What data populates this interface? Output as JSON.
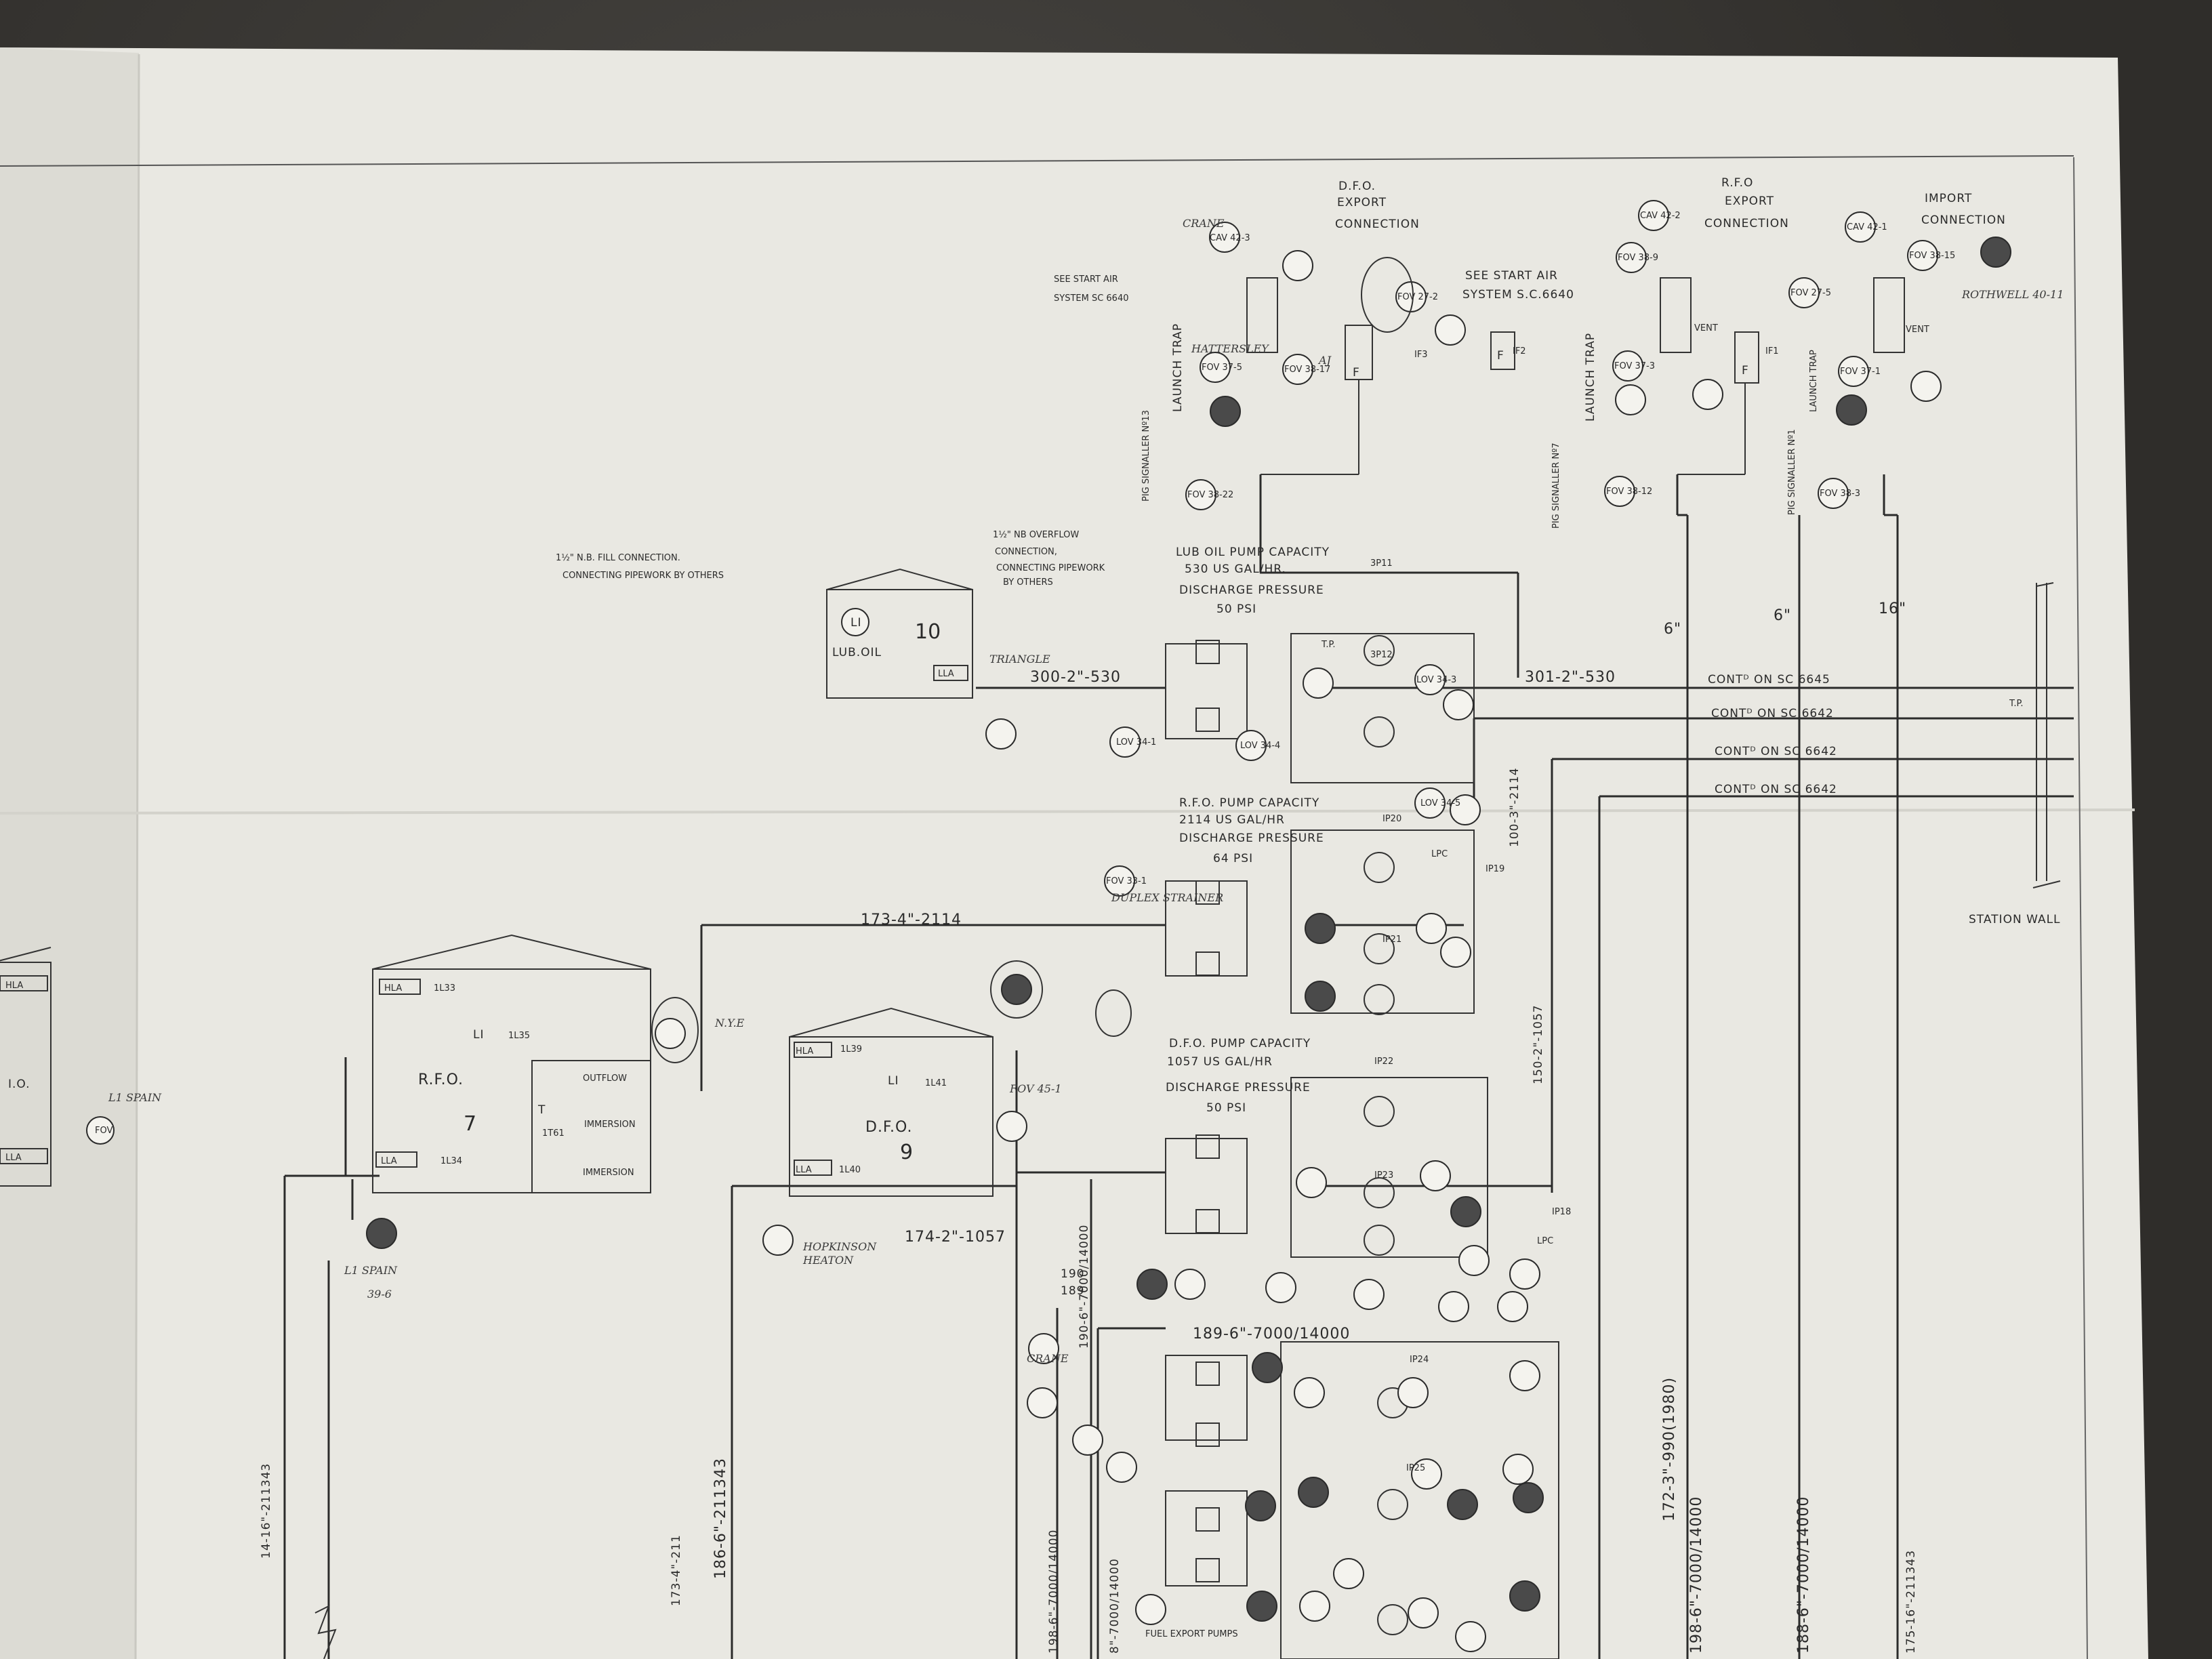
{
  "drawing": {
    "labels": [
      {
        "text": "D.F.O.",
        "cls": "t"
      },
      {
        "text": "EXPORT",
        "cls": "t"
      },
      {
        "text": "CONNECTION",
        "cls": "t"
      },
      {
        "text": "R.F.O",
        "cls": "t"
      },
      {
        "text": "EXPORT",
        "cls": "t"
      },
      {
        "text": "CONNECTION",
        "cls": "t"
      },
      {
        "text": "IMPORT",
        "cls": "t"
      },
      {
        "text": "CONNECTION",
        "cls": "t"
      },
      {
        "text": "SEE START AIR",
        "cls": "ts"
      },
      {
        "text": "SYSTEM SC 6640",
        "cls": "ts"
      },
      {
        "text": "SEE START AIR",
        "cls": "t"
      },
      {
        "text": "SYSTEM S.C.6640",
        "cls": "t"
      },
      {
        "text": "LAUNCH TRAP",
        "cls": "t",
        "rot": -90
      },
      {
        "text": "PIG SIGNALLER Nº13",
        "cls": "ts",
        "rot": -90
      },
      {
        "text": "LAUNCH TRAP",
        "cls": "t",
        "rot": -90
      },
      {
        "text": "PIG SIGNALLER Nº7",
        "cls": "ts",
        "rot": -90
      },
      {
        "text": "LAUNCH TRAP",
        "cls": "ts",
        "rot": -90
      },
      {
        "text": "PIG SIGNALLER Nº1",
        "cls": "ts",
        "rot": -90
      },
      {
        "text": "IF3",
        "cls": "ts"
      },
      {
        "text": "IF2",
        "cls": "ts"
      },
      {
        "text": "IF1",
        "cls": "ts"
      },
      {
        "text": "F",
        "cls": "t"
      },
      {
        "text": "F",
        "cls": "t"
      },
      {
        "text": "F",
        "cls": "t"
      },
      {
        "text": "CAV 42-3",
        "cls": "ts"
      },
      {
        "text": "FOV 38-17",
        "cls": "ts"
      },
      {
        "text": "FOV 37-5",
        "cls": "ts"
      },
      {
        "text": "FOV 38-22",
        "cls": "ts"
      },
      {
        "text": "FOV 27-2",
        "cls": "ts"
      },
      {
        "text": "CAV 42-2",
        "cls": "ts"
      },
      {
        "text": "FOV 38-9",
        "cls": "ts"
      },
      {
        "text": "FOV 37-3",
        "cls": "ts"
      },
      {
        "text": "FOV 38-12",
        "cls": "ts"
      },
      {
        "text": "FOV 27-5",
        "cls": "ts"
      },
      {
        "text": "CAV 42-1",
        "cls": "ts"
      },
      {
        "text": "FOV 38-15",
        "cls": "ts"
      },
      {
        "text": "FOV 37-1",
        "cls": "ts"
      },
      {
        "text": "FOV 38-3",
        "cls": "ts"
      },
      {
        "text": "VENT",
        "cls": "ts"
      },
      {
        "text": "VENT",
        "cls": "ts"
      },
      {
        "text": "AJ",
        "cls": "hand"
      },
      {
        "text": "CRANE",
        "cls": "hand"
      },
      {
        "text": "HATTERSLEY",
        "cls": "hand"
      },
      {
        "text": "ROTHWELL 40-11",
        "cls": "hand"
      },
      {
        "text": "6\"",
        "cls": "tb"
      },
      {
        "text": "6\"",
        "cls": "tb"
      },
      {
        "text": "16\"",
        "cls": "tb"
      },
      {
        "text": "1½\" N.B. FILL CONNECTION.",
        "cls": "ts"
      },
      {
        "text": "CONNECTING PIPEWORK BY OTHERS",
        "cls": "ts"
      },
      {
        "text": "1½\" NB OVERFLOW",
        "cls": "ts"
      },
      {
        "text": "CONNECTION,",
        "cls": "ts"
      },
      {
        "text": "CONNECTING PIPEWORK",
        "cls": "ts"
      },
      {
        "text": "BY OTHERS",
        "cls": "ts"
      },
      {
        "text": "LUB.OIL",
        "cls": "t"
      },
      {
        "text": "10",
        "cls": "tl"
      },
      {
        "text": "LI",
        "cls": "t"
      },
      {
        "text": "LLA",
        "cls": "ts"
      },
      {
        "text": "300-2\"-530",
        "cls": "tb"
      },
      {
        "text": "301-2\"-530",
        "cls": "tb"
      },
      {
        "text": "TRIANGLE",
        "cls": "hand"
      },
      {
        "text": "LOV 34-1",
        "cls": "ts"
      },
      {
        "text": "LUB OIL PUMP CAPACITY",
        "cls": "t"
      },
      {
        "text": "530 US GAL/HR.",
        "cls": "t"
      },
      {
        "text": "DISCHARGE PRESSURE",
        "cls": "t"
      },
      {
        "text": "50 PSI",
        "cls": "t"
      },
      {
        "text": "3P11",
        "cls": "ts"
      },
      {
        "text": "3P12",
        "cls": "ts"
      },
      {
        "text": "T.P.",
        "cls": "ts"
      },
      {
        "text": "LOV 34-3",
        "cls": "ts"
      },
      {
        "text": "LOV 34-4",
        "cls": "ts"
      },
      {
        "text": "LOV 34-5",
        "cls": "ts"
      },
      {
        "text": "CONTᴰ ON SC 6645",
        "cls": "t"
      },
      {
        "text": "CONTᴰ ON SC 6642",
        "cls": "t"
      },
      {
        "text": "CONTᴰ ON SC 6642",
        "cls": "t"
      },
      {
        "text": "CONTᴰ ON SC 6642",
        "cls": "t"
      },
      {
        "text": "T.P.",
        "cls": "ts"
      },
      {
        "text": "STATION WALL",
        "cls": "t"
      },
      {
        "text": "R.F.O. PUMP CAPACITY",
        "cls": "t"
      },
      {
        "text": "2114 US GAL/HR",
        "cls": "t"
      },
      {
        "text": "DISCHARGE PRESSURE",
        "cls": "t"
      },
      {
        "text": "64 PSI",
        "cls": "t"
      },
      {
        "text": "173-4\"-2114",
        "cls": "tb"
      },
      {
        "text": "100-3\"-2114",
        "cls": "t",
        "rot": -90
      },
      {
        "text": "150-2\"-1057",
        "cls": "t",
        "rot": -90
      },
      {
        "text": "LPC",
        "cls": "ts"
      },
      {
        "text": "IP19",
        "cls": "ts"
      },
      {
        "text": "IP20",
        "cls": "ts"
      },
      {
        "text": "IP21",
        "cls": "ts"
      },
      {
        "text": "FOV 33-1",
        "cls": "ts"
      },
      {
        "text": "DUPLEX STRAINER",
        "cls": "hand"
      },
      {
        "text": "D.F.O. PUMP CAPACITY",
        "cls": "t"
      },
      {
        "text": "1057 US GAL/HR",
        "cls": "t"
      },
      {
        "text": "DISCHARGE PRESSURE",
        "cls": "t"
      },
      {
        "text": "50 PSI",
        "cls": "t"
      },
      {
        "text": "IP22",
        "cls": "ts"
      },
      {
        "text": "IP23",
        "cls": "ts"
      },
      {
        "text": "IP18",
        "cls": "ts"
      },
      {
        "text": "LPC",
        "cls": "ts"
      },
      {
        "text": "R.F.O.",
        "cls": "tb"
      },
      {
        "text": "7",
        "cls": "tl"
      },
      {
        "text": "HLA",
        "cls": "ts"
      },
      {
        "text": "1L33",
        "cls": "ts"
      },
      {
        "text": "LI",
        "cls": "t"
      },
      {
        "text": "1L35",
        "cls": "ts"
      },
      {
        "text": "T",
        "cls": "t"
      },
      {
        "text": "1T61",
        "cls": "ts"
      },
      {
        "text": "LLA",
        "cls": "ts"
      },
      {
        "text": "1L34",
        "cls": "ts"
      },
      {
        "text": "OUTFLOW",
        "cls": "ts"
      },
      {
        "text": "IMMERSION",
        "cls": "ts"
      },
      {
        "text": "IMMERSION",
        "cls": "ts"
      },
      {
        "text": "D.F.O.",
        "cls": "tb"
      },
      {
        "text": "9",
        "cls": "tl"
      },
      {
        "text": "HLA",
        "cls": "ts"
      },
      {
        "text": "1L39",
        "cls": "ts"
      },
      {
        "text": "LI",
        "cls": "t"
      },
      {
        "text": "1L41",
        "cls": "ts"
      },
      {
        "text": "LLA",
        "cls": "ts"
      },
      {
        "text": "1L40",
        "cls": "ts"
      },
      {
        "text": "174-2\"-1057",
        "cls": "tb"
      },
      {
        "text": "190-6\"-7000/14000",
        "cls": "t",
        "rot": -90
      },
      {
        "text": "FOV 45-1",
        "cls": "hand"
      },
      {
        "text": "HOPKINSON",
        "cls": "hand"
      },
      {
        "text": "HEATON",
        "cls": "hand"
      },
      {
        "text": "190",
        "cls": "t"
      },
      {
        "text": "189",
        "cls": "t"
      },
      {
        "text": "189-6\"-7000/14000",
        "cls": "tb"
      },
      {
        "text": "IP24",
        "cls": "ts"
      },
      {
        "text": "IP25",
        "cls": "ts"
      },
      {
        "text": "CRANE",
        "cls": "hand"
      },
      {
        "text": "FUEL EXPORT PUMPS",
        "cls": "ts"
      },
      {
        "text": "186-6\"-211343",
        "cls": "tb",
        "rot": -90
      },
      {
        "text": "173-4\"-211",
        "cls": "t",
        "rot": -90
      },
      {
        "text": "14-16\"-211343",
        "cls": "t",
        "rot": -90
      },
      {
        "text": "198-6\"-7000/14000",
        "cls": "t",
        "rot": -90
      },
      {
        "text": "198-6\"-7000/14000",
        "cls": "tb",
        "rot": -90
      },
      {
        "text": "172-3\"-990(1980)",
        "cls": "tb",
        "rot": -90
      },
      {
        "text": "188-6\"-7000/14000",
        "cls": "tb",
        "rot": -90
      },
      {
        "text": "175-16\"-211343",
        "cls": "t",
        "rot": -90
      },
      {
        "text": "8\"-7000/14000",
        "cls": "t",
        "rot": -90
      },
      {
        "text": "L1 SPAIN",
        "cls": "hand"
      },
      {
        "text": "39-6",
        "cls": "hand"
      },
      {
        "text": "I.O.",
        "cls": "t"
      },
      {
        "text": "LLA",
        "cls": "ts"
      },
      {
        "text": "HLA",
        "cls": "ts"
      },
      {
        "text": "L1 SPAIN",
        "cls": "hand"
      },
      {
        "text": "N.Y.E",
        "cls": "hand"
      },
      {
        "text": "FOV",
        "cls": "ts"
      }
    ]
  }
}
